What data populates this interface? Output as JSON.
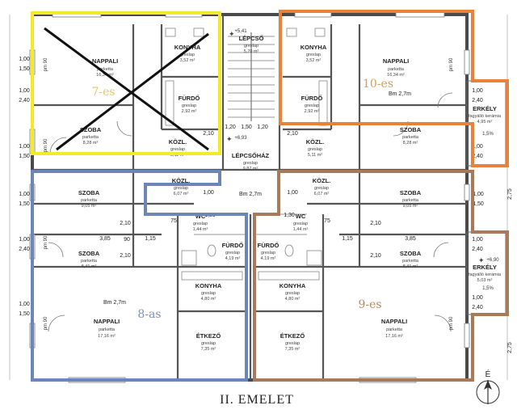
{
  "title": "II. EMELET",
  "north_label": "É",
  "units": [
    {
      "label": "7-es",
      "color": "#f2ea2b",
      "text_color": "#e0c86a",
      "crossed": true
    },
    {
      "label": "10-es",
      "color": "#e8813a",
      "text_color": "#d99a5a"
    },
    {
      "label": "8-as",
      "color": "#6c86b8",
      "text_color": "#7c90b8"
    },
    {
      "label": "9-es",
      "color": "#a87a5a",
      "text_color": "#b88a60"
    }
  ],
  "rooms": [
    {
      "id": "nappali-7",
      "name": "NAPPALI",
      "l1": "parketta",
      "l2": "16,34 m²"
    },
    {
      "id": "konyha-7",
      "name": "KONYHA",
      "l1": "greslap",
      "l2": "3,52 m²"
    },
    {
      "id": "furdo-7",
      "name": "FÜRDŐ",
      "l1": "greslap",
      "l2": "2,92 m²"
    },
    {
      "id": "szoba-7",
      "name": "SZOBA",
      "l1": "parketta",
      "l2": "8,28 m²"
    },
    {
      "id": "kozl-7",
      "name": "KÖZL.",
      "l1": "greslap",
      "l2": "5,11 m²"
    },
    {
      "id": "lepcso",
      "name": "LÉPCSŐ",
      "l1": "greslap",
      "l2": "5,70 m²"
    },
    {
      "id": "lepcsohaz",
      "name": "LÉPCSŐHÁZ",
      "l1": "greslap",
      "l2": "9,87 m²"
    },
    {
      "id": "konyha-10",
      "name": "KONYHA",
      "l1": "greslap",
      "l2": "3,52 m²"
    },
    {
      "id": "nappali-10",
      "name": "NAPPALI",
      "l1": "parketta",
      "l2": "16,34 m²"
    },
    {
      "id": "furdo-10",
      "name": "FÜRDŐ",
      "l1": "greslap",
      "l2": "2,92 m²"
    },
    {
      "id": "szoba-10",
      "name": "SZOBA",
      "l1": "parketta",
      "l2": "8,28 m²"
    },
    {
      "id": "kozl-10",
      "name": "KÖZL.",
      "l1": "greslap",
      "l2": "5,11 m²"
    },
    {
      "id": "erkely-10",
      "name": "ERKÉLY",
      "l1": "fagyálló kerámia",
      "l2": "4,95 m²"
    },
    {
      "id": "szoba-8a",
      "name": "SZOBA",
      "l1": "parketta",
      "l2": "9,05 m²"
    },
    {
      "id": "kozl-8",
      "name": "KÖZL.",
      "l1": "greslap",
      "l2": "6,07 m²"
    },
    {
      "id": "wc-8",
      "name": "WC",
      "l1": "greslap",
      "l2": "1,44 m²"
    },
    {
      "id": "szoba-8b",
      "name": "SZOBA",
      "l1": "parketta",
      "l2": "8,41 m²"
    },
    {
      "id": "furdo-8",
      "name": "FÜRDŐ",
      "l1": "greslap",
      "l2": "4,19 m²"
    },
    {
      "id": "konyha-8",
      "name": "KONYHA",
      "l1": "greslap",
      "l2": "4,80 m²"
    },
    {
      "id": "nappali-8",
      "name": "NAPPALI",
      "l1": "parketta",
      "l2": "17,16 m²"
    },
    {
      "id": "etkezo-8",
      "name": "ÉTKEZŐ",
      "l1": "greslap",
      "l2": "7,35 m²"
    },
    {
      "id": "kozl-9",
      "name": "KÖZL.",
      "l1": "greslap",
      "l2": "6,07 m²"
    },
    {
      "id": "szoba-9a",
      "name": "SZOBA",
      "l1": "parketta",
      "l2": "9,05 m²"
    },
    {
      "id": "wc-9",
      "name": "WC",
      "l1": "greslap",
      "l2": "1,44 m²"
    },
    {
      "id": "furdo-9",
      "name": "FÜRDŐ",
      "l1": "greslap",
      "l2": "4,19 m²"
    },
    {
      "id": "szoba-9b",
      "name": "SZOBA",
      "l1": "parketta",
      "l2": "8,41 m²"
    },
    {
      "id": "erkely-9",
      "name": "ERKÉLY",
      "l1": "fagyálló kerámia",
      "l2": "5,03 m²"
    },
    {
      "id": "konyha-9",
      "name": "KONYHA",
      "l1": "greslap",
      "l2": "4,80 m²"
    },
    {
      "id": "nappali-9",
      "name": "NAPPALI",
      "l1": "parketta",
      "l2": "17,16 m²"
    },
    {
      "id": "etkezo-9",
      "name": "ÉTKEZŐ",
      "l1": "greslap",
      "l2": "7,35 m²"
    }
  ],
  "annotations": {
    "level_top": "+5,41",
    "level_mid": "+6,93",
    "level_erkely": "+6,90",
    "bm_10": "Bm 2,7m",
    "bm_mid": "Bm 2,7m",
    "bm_8": "Bm 2,7m",
    "slope_a": "1,5%",
    "slope_b": "1,5%"
  },
  "dims": {
    "d100": "1,00",
    "d150": "1,50",
    "d240": "2,40",
    "d210": "2,10",
    "d120": "1,20",
    "d115": "1,15",
    "d385": "3,85",
    "d90": "90",
    "d75": "75",
    "d275": "2,75",
    "d130": "1,30",
    "pm90": "pm 90"
  }
}
